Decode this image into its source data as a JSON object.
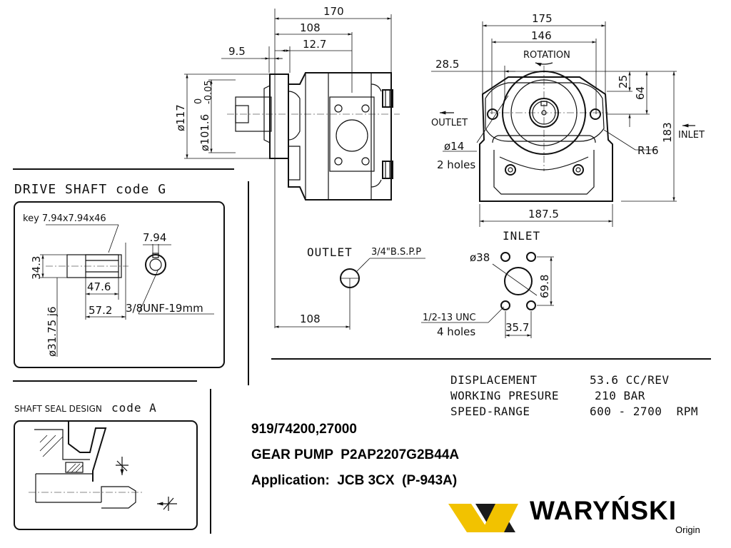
{
  "top_view": {
    "dims": {
      "d170": "170",
      "d108": "108",
      "d12_7": "12.7",
      "d9_5": "9.5",
      "d117": "ø117",
      "d101": "ø101.6",
      "tol_upper": "0",
      "tol_lower": "-0.05"
    }
  },
  "front_view": {
    "dims": {
      "d175": "175",
      "d146": "146",
      "d28_5": "28.5",
      "d25": "25",
      "d64": "64",
      "d183": "183",
      "d187_5": "187.5",
      "r16": "R16",
      "d14": "ø14",
      "holes2": "2 holes"
    },
    "labels": {
      "rotation": "ROTATION",
      "outlet": "OUTLET",
      "inlet": "INLET"
    }
  },
  "ports": {
    "outlet_label": "OUTLET",
    "outlet_thread": "3/4\"B.S.P.P",
    "outlet_dim": "108",
    "inlet_label": "INLET",
    "d38": "ø38",
    "d69_8": "69.8",
    "d35_7": "35.7",
    "thread": "1/2-13 UNC",
    "holes4": "4 holes"
  },
  "drive_shaft": {
    "title": "DRIVE SHAFT  code G",
    "key": "key 7.94x7.94x46",
    "d34_3": "34.3",
    "d47_6": "47.6",
    "d57_2": "57.2",
    "d7_94": "7.94",
    "thread": "3/8UNF-19mm",
    "diameter": "ø31.75 j6"
  },
  "shaft_seal": {
    "title": "SHAFT SEAL DESIGN",
    "code": "code A"
  },
  "specs": [
    {
      "label": "DISPLACEMENT",
      "value": "53.6 CC/REV"
    },
    {
      "label": "WORKING PRESURE",
      "value": "210 BAR"
    },
    {
      "label": "SPEED-RANGE",
      "value": "600 - 2700  RPM"
    }
  ],
  "part": {
    "number": "919/74200,27000",
    "title": "GEAR PUMP  P2AP2207G2B44A",
    "application": "Application:  JCB 3CX  (P-943A)"
  },
  "brand": {
    "name": "WARYŃSKI",
    "sub": "Origin",
    "color_yellow": "#f2c200",
    "color_black": "#1a1a1a"
  }
}
